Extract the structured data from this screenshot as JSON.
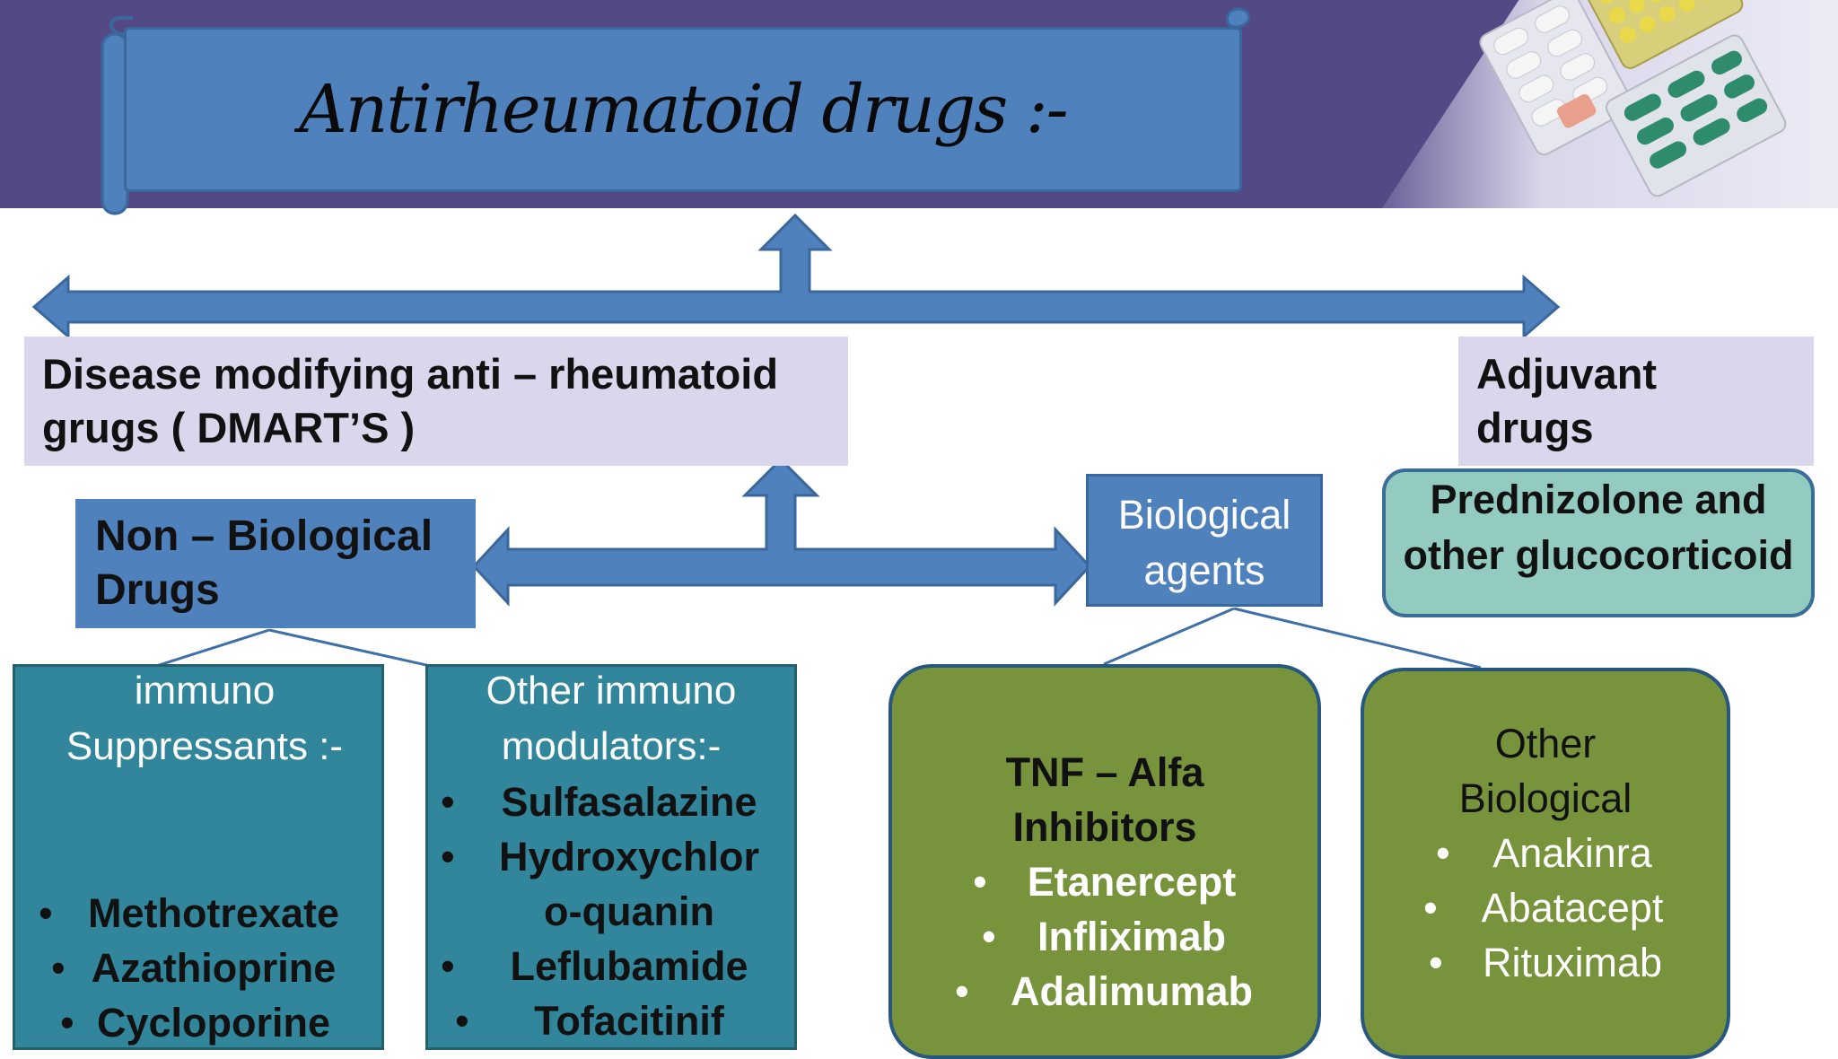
{
  "title": "Antirheumatoid drugs :-",
  "dmards": {
    "label": "Disease modifying anti – rheumatoid grugs ( DMART’S )"
  },
  "adjuvant": {
    "label": "Adjuvant drugs",
    "content": "Prednizolone and other glucocorticoid"
  },
  "non_biological": {
    "label": "Non – Biological Drugs"
  },
  "biological": {
    "label": "Biological agents"
  },
  "immuno_suppressants": {
    "heading": "immuno Suppressants :-",
    "items": [
      "Methotrexate",
      "Azathioprine",
      "Cycloporine"
    ]
  },
  "other_immunomodulators": {
    "heading": "Other immuno modulators:-",
    "items": [
      "Sulfasalazine",
      "Hydroxychlor o-quanin",
      "Leflubamide",
      "Tofacitinif"
    ]
  },
  "tnf_inhibitors": {
    "heading": "TNF – Alfa Inhibitors",
    "items": [
      "Etanercept",
      "Infliximab",
      "Adalimumab"
    ]
  },
  "other_biological": {
    "heading": "Other Biological",
    "items": [
      "Anakinra",
      "Abatacept",
      "Rituximab"
    ]
  },
  "colors": {
    "banner": "#534a85",
    "title_box": "#4f81bd",
    "label_bg": "#dad6ec",
    "teal": "#31869b",
    "green": "#77933c",
    "mint": "#93cbc0",
    "arrow": "#4f81bd"
  }
}
